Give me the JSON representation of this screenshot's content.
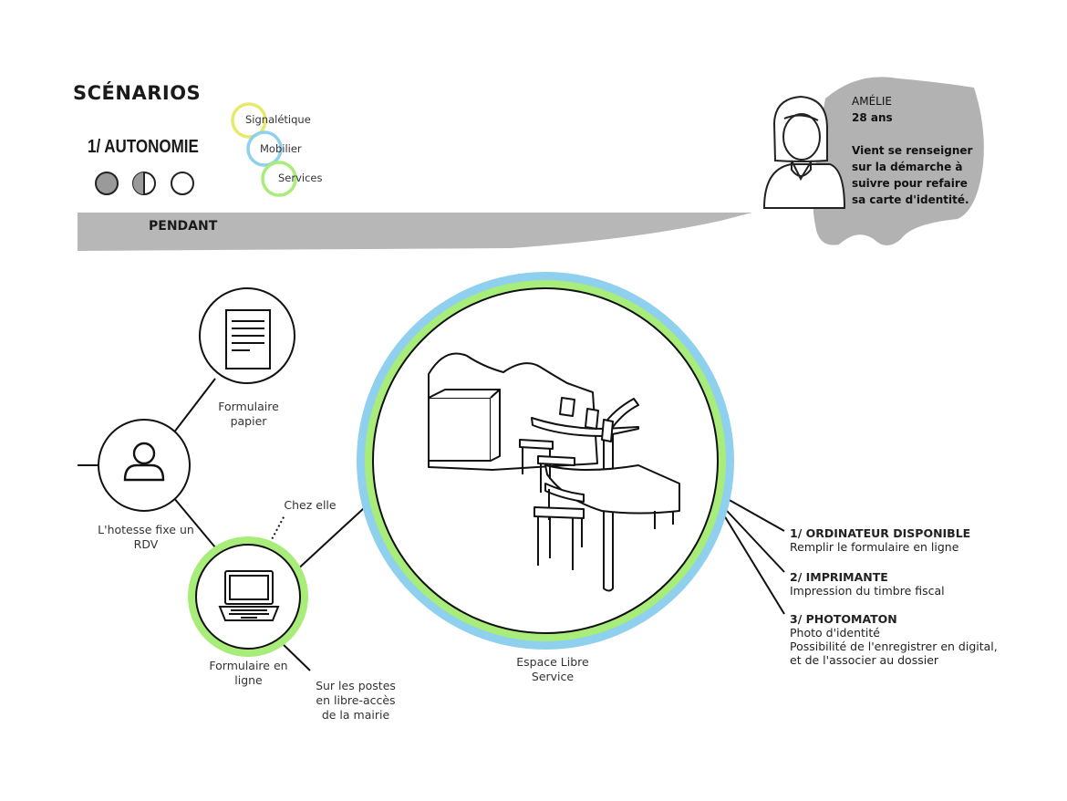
{
  "header": {
    "title": "SCÉNARIOS",
    "scenario": "1/ AUTONOMIE",
    "phase": "PENDANT"
  },
  "legend": [
    {
      "label": "Signalétique",
      "color": "#e6ea6a"
    },
    {
      "label": "Mobilier",
      "color": "#8fd0ee"
    },
    {
      "label": "Services",
      "color": "#a8ec7a"
    }
  ],
  "autonomy_level": {
    "full": 1,
    "half": 1,
    "empty": 1
  },
  "persona": {
    "name": "AMÉLIE",
    "age": "28 ans",
    "description": "Vient se renseigner sur la démarche à suivre pour refaire sa carte d'identité."
  },
  "nodes": {
    "formulaire_papier": "Formulaire papier",
    "hotesse": "L'hotesse fixe un RDV",
    "chez_elle": "Chez elle",
    "formulaire_ligne": "Formulaire en ligne",
    "postes": "Sur les postes en libre-accès de la mairie",
    "espace": "Espace Libre Service"
  },
  "steps": [
    {
      "title": "1/ ORDINATEUR DISPONIBLE",
      "lines": [
        "Remplir le formulaire en ligne"
      ]
    },
    {
      "title": "2/ IMPRIMANTE",
      "lines": [
        "Impression du timbre fiscal"
      ]
    },
    {
      "title": "3/ PHOTOMATON",
      "lines": [
        "Photo d'identité",
        "Possibilité de l'enregistrer en digital,",
        "et de l'associer au dossier"
      ]
    }
  ],
  "colors": {
    "ring_blue": "#8fd0ee",
    "ring_green": "#a8ec7a",
    "ring_yellow": "#e6ea6a",
    "band_grey": "#b7b7b7",
    "persona_grey": "#b2b2b2"
  },
  "icons": [
    "document-icon",
    "user-icon",
    "laptop-icon",
    "persona-woman-icon",
    "furniture-illustration"
  ]
}
